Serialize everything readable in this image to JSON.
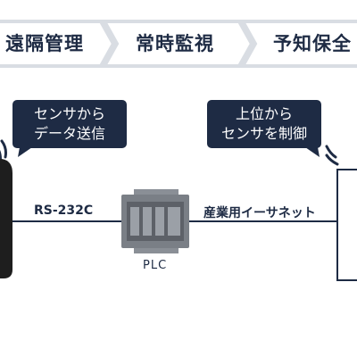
{
  "steps": [
    "遠隔管理",
    "常時監視",
    "予知保全"
  ],
  "bubbles": {
    "left": {
      "line1": "センサから",
      "line2": "データ送信"
    },
    "right": {
      "line1": "上位から",
      "line2": "センサを制御"
    }
  },
  "connections": {
    "serial": "RS-232C",
    "ethernet": "産業用イーサネット"
  },
  "plc_label": "PLC",
  "colors": {
    "navy": "#1e2b44",
    "chevron": "#d9dde3",
    "sensor": "#1e1e1e",
    "plc": "#7a7f86"
  }
}
